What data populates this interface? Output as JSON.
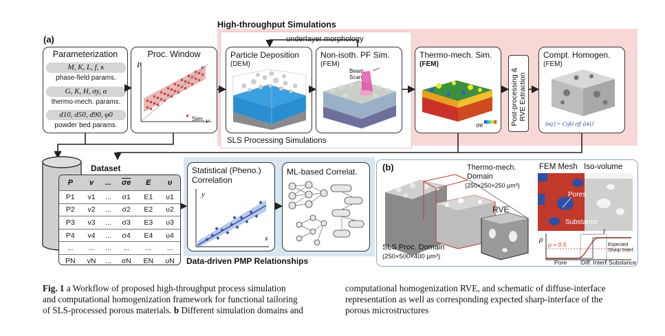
{
  "labels": {
    "panel_a": "(a)",
    "panel_b": "(b)",
    "hts": "High-throughput Simulations",
    "underlayer": "underlayer morphology",
    "sls_proc": "SLS Processing Simulations",
    "dataset": "Dataset",
    "data_driven": "Data-driven PMP Relationships",
    "postproc": "Post-processing & RVE Extraction"
  },
  "param": {
    "title": "Parameterization",
    "pill1": "M,  K,  L,  f,  κ",
    "lab1": "phase-field params.",
    "pill2": "G,  K,  H,  σy,  α",
    "lab2": "thermo-mech. params.",
    "pill3": "d10,  d50,  d90,  φ0",
    "lab3": "powder bed params."
  },
  "procwin": {
    "title": "Proc. Window",
    "axis_y": "P",
    "axis_x": "v",
    "legend": "Sim."
  },
  "dem": {
    "title": "Particle Deposition",
    "sub": "(DEM)"
  },
  "pf": {
    "title": "Non-isoth. PF Sim.",
    "sub": "(FEM)",
    "beam": "Beam",
    "scan": "Scan"
  },
  "tm": {
    "title": "Thermo-mech. Sim.",
    "sub": "(FEM)",
    "legend": "σe"
  },
  "hom": {
    "title": "Compt. Homogen.",
    "sub": "(FEM)",
    "eq": "⟨σij⟩ = Cijkl eff ⟨εkl⟩"
  },
  "table": {
    "headers": [
      "P",
      "v",
      "...",
      "σe",
      "E",
      "υ"
    ],
    "rows": [
      [
        "P1",
        "v1",
        "...",
        "σ1",
        "E1",
        "υ1"
      ],
      [
        "P2",
        "v2",
        "...",
        "σ2",
        "E2",
        "υ2"
      ],
      [
        "P3",
        "v3",
        "...",
        "σ3",
        "E3",
        "υ3"
      ],
      [
        "P4",
        "v4",
        "...",
        "σ4",
        "E4",
        "υ4"
      ],
      [
        "...",
        "...",
        "...",
        "...",
        "...",
        "..."
      ],
      [
        "PN",
        "vN",
        "...",
        "σN",
        "EN",
        "υN"
      ]
    ]
  },
  "stat": {
    "title1": "Statistical (Pheno.)",
    "title2": "Correlation",
    "axis_y": "y",
    "axis_x": "x"
  },
  "ml": {
    "title": "ML-based Correlat."
  },
  "panelb": {
    "tm_domain": "Thermo-mech.",
    "tm_domain2": "Domain",
    "tm_size": "(250×250×250 µm³)",
    "rve": "RVE",
    "fem_mesh": "FEM Mesh",
    "isovol": "Iso-volume",
    "pores": "Pores",
    "substance": "Substance",
    "sls_domain": "SLS Proc. Domain",
    "sls_size": "(250×500×400 µm³)",
    "rho": "ρ",
    "rho_half": "ρ = 0.5",
    "ell": "ℓ",
    "expected": "Expected",
    "sharp": "Sharp Interf.",
    "pore": "Pore",
    "diff": "Diff. Interf.",
    "subst": "Substance"
  },
  "caption": {
    "left": [
      {
        "b": "Fig. 1",
        "t": "   a Workflow of proposed high-throughput process simulation"
      },
      {
        "b": "",
        "t": "and computational homogenization framework for functional tailoring"
      },
      {
        "b": "",
        "t": "of SLS-processed porous materials. "
      },
      {
        "b": "",
        "t": ""
      }
    ],
    "left_l3_b": "b",
    "left_l3_rest": " Different simulation domains and",
    "right": [
      "computational homogenization RVE, and schematic of diffuse-interface",
      "representation as well as corresponding expected sharp-interface of the",
      "porous microstructures"
    ]
  },
  "colors": {
    "pink": "#f8d7d7",
    "blue_panel": "#d8e6f2",
    "red": "#c0392b",
    "blue": "#2e4fa3"
  }
}
